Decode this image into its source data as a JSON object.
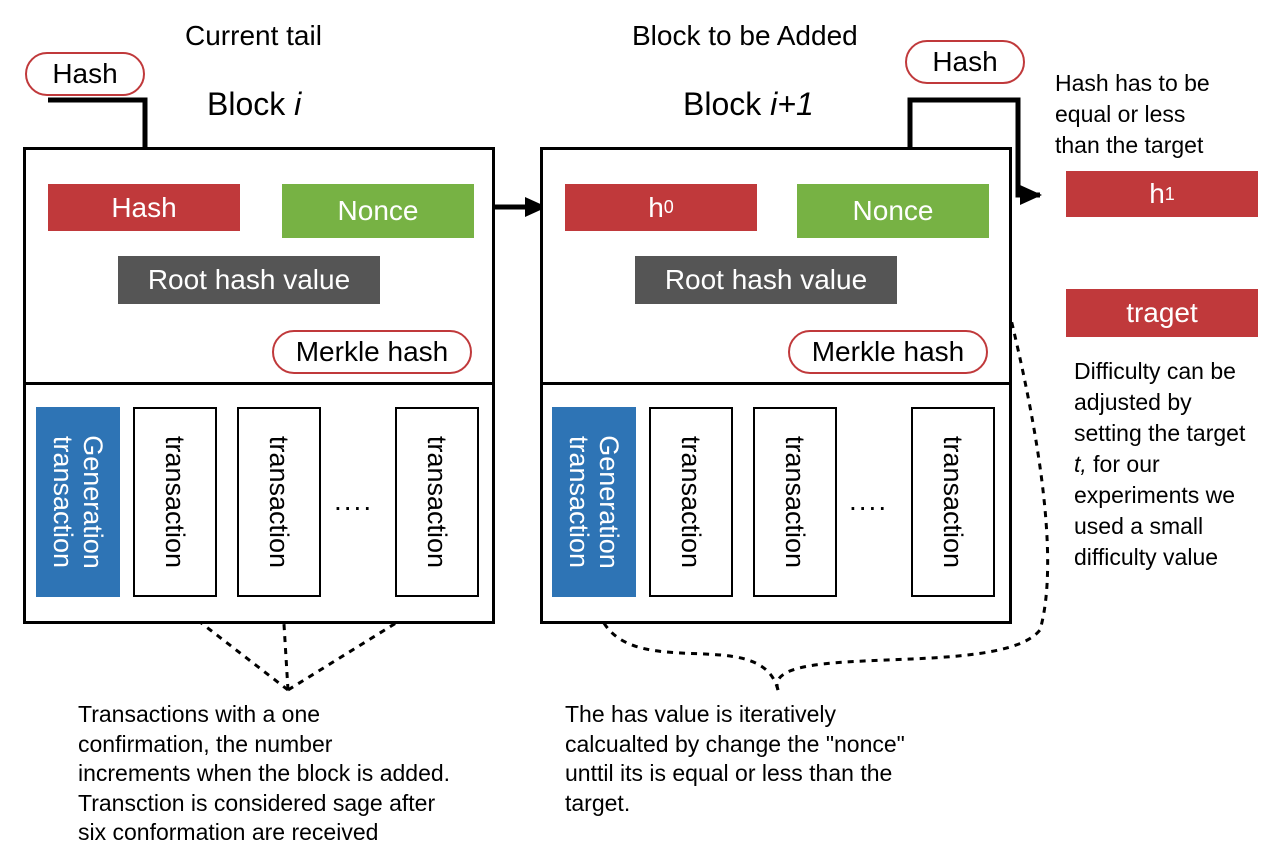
{
  "headings": {
    "current_tail": "Current tail",
    "block_to_add": "Block to be Added"
  },
  "block_i": {
    "title_prefix": "Block ",
    "title_var": "i",
    "hash": "Hash",
    "nonce": "Nonce",
    "root": "Root hash value",
    "merkle": "Merkle hash",
    "generation": [
      "Generation",
      "transaction"
    ],
    "tx": "transaction",
    "ellipsis": "...."
  },
  "block_next": {
    "title_prefix": "Block ",
    "title_var": "i+1",
    "h0_base": "h",
    "h0_sub": "0",
    "nonce": "Nonce",
    "root": "Root hash value",
    "merkle": "Merkle hash",
    "generation": [
      "Generation",
      "transaction"
    ],
    "tx": "transaction",
    "ellipsis": "...."
  },
  "pills": {
    "hash_left": "Hash",
    "hash_right": "Hash"
  },
  "right": {
    "condition": [
      "Hash has to be",
      "equal or less",
      "than the target"
    ],
    "h1_base": "h",
    "h1_sub": "1",
    "target": "traget",
    "difficulty": [
      "Difficulty can be",
      "adjusted by",
      "setting the target",
      "t,",
      " for our",
      "experiments we",
      "used a small",
      "difficulty value"
    ]
  },
  "notes": {
    "left": [
      "Transactions with a one",
      "confirmation, the number",
      "increments when the block is added.",
      "Transction is considered sage after",
      "six conformation are received"
    ],
    "middle": [
      "The has value is iteratively",
      "calcualted by change the \"nonce\"",
      "unttil its is equal or less than the",
      "target."
    ]
  },
  "colors": {
    "red": "#c0393b",
    "green": "#77b244",
    "gray": "#555555",
    "blue": "#2e74b5"
  }
}
